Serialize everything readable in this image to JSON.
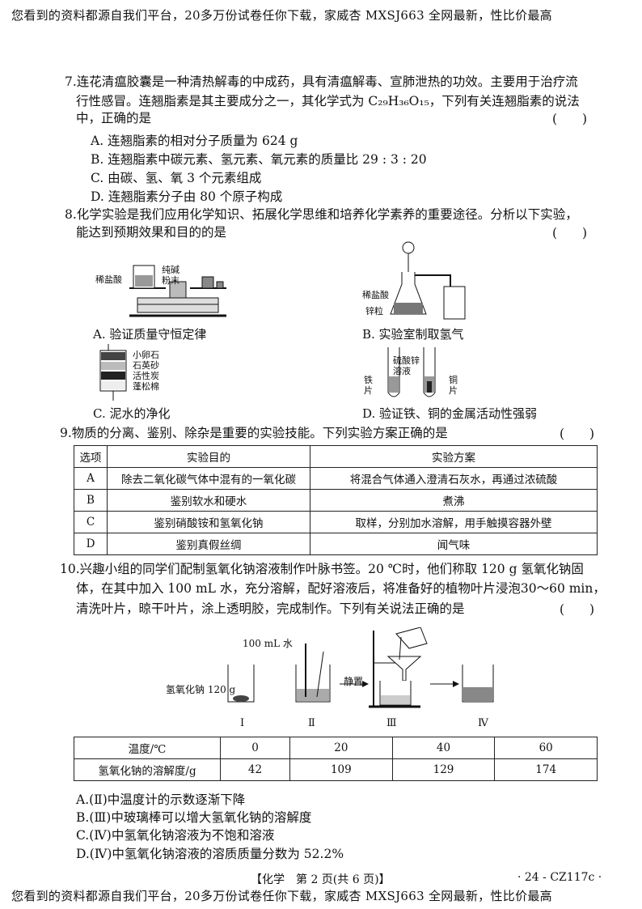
{
  "banner": "您看到的资料都源自我们平台，20多万份试卷任你下载，家威杏 MXSJ663 全网最新，性比价最高",
  "q7": {
    "line1": "7.连花清瘟胶囊是一种清热解毒的中成药，具有清瘟解毒、宣肺泄热的功效。主要用于治疗流",
    "line2": "行性感冒。连翘脂素是其主要成分之一，其化学式为 C₂₉H₃₆O₁₅，下列有关连翘脂素的说法",
    "line3": "中，正确的是",
    "paren": "(　　)",
    "options": [
      "A. 连翘脂素的相对分子质量为 624 g",
      "B. 连翘脂素中碳元素、氢元素、氧元素的质量比 29 : 3 : 20",
      "C. 由碳、氢、氧 3 个元素组成",
      "D. 连翘脂素分子由 80 个原子构成"
    ]
  },
  "q8": {
    "line1": "8.化学实验是我们应用化学知识、拓展化学思维和培养化学素养的重要途径。分析以下实验，",
    "line2": "能达到预期效果和目的的是",
    "paren": "(　　)",
    "captions": [
      "A. 验证质量守恒定律",
      "B. 实验室制取氢气",
      "C. 泥水的净化",
      "D. 验证铁、铜的金属活动性强弱"
    ],
    "labels_a": [
      "稀盐酸",
      "纯碱",
      "粉末"
    ],
    "labels_b": [
      "稀盐酸",
      "锌粒"
    ],
    "labels_c": [
      "小卵石",
      "石英砂",
      "活性炭",
      "蓬松棉"
    ],
    "labels_d": [
      "硫酸锌",
      "溶液",
      "铁",
      "片",
      "铜",
      "片"
    ]
  },
  "q9": {
    "line1": "9.物质的分离、鉴别、除杂是重要的实验技能。下列实验方案正确的是",
    "paren": "(　　)",
    "table": {
      "headers": [
        "选项",
        "实验目的",
        "实验方案"
      ],
      "rows": [
        [
          "A",
          "除去二氧化碳气体中混有的一氧化碳",
          "将混合气体通入澄清石灰水，再通过浓硫酸"
        ],
        [
          "B",
          "鉴别软水和硬水",
          "煮沸"
        ],
        [
          "C",
          "鉴别硝酸铵和氢氧化钠",
          "取样，分别加水溶解，用手触摸容器外壁"
        ],
        [
          "D",
          "鉴别真假丝绸",
          "闻气味"
        ]
      ]
    }
  },
  "q10": {
    "line1": "10.兴趣小组的同学们配制氢氧化钠溶液制作叶脉书签。20 ℃时，他们称取 120 g 氢氧化钠固",
    "line2": "体，在其中加入 100 mL 水，充分溶解，配好溶液后，将准备好的植物叶片浸泡30～60 min，",
    "line3": "清洗叶片，晾干叶片，涂上透明胶，完成制作。下列有关说法正确的是",
    "paren": "(　　)",
    "fig_labels": [
      "100 mL 水",
      "氢氧化钠 120 g",
      "静置"
    ],
    "roman": [
      "Ⅰ",
      "Ⅱ",
      "Ⅲ",
      "Ⅳ"
    ],
    "table": {
      "row1": [
        "温度/℃",
        "0",
        "20",
        "40",
        "60"
      ],
      "row2": [
        "氢氧化钠的溶解度/g",
        "42",
        "109",
        "129",
        "174"
      ]
    },
    "options": [
      "A.(Ⅱ)中温度计的示数逐渐下降",
      "B.(Ⅲ)中玻璃棒可以增大氢氧化钠的溶解度",
      "C.(Ⅳ)中氢氧化钠溶液为不饱和溶液",
      "D.(Ⅳ)中氢氧化钠溶液的溶质质量分数为 52.2%"
    ]
  },
  "footer": {
    "center": "【化学　第 2 页(共 6 页)】",
    "right": "· 24 - CZ117c ·"
  }
}
